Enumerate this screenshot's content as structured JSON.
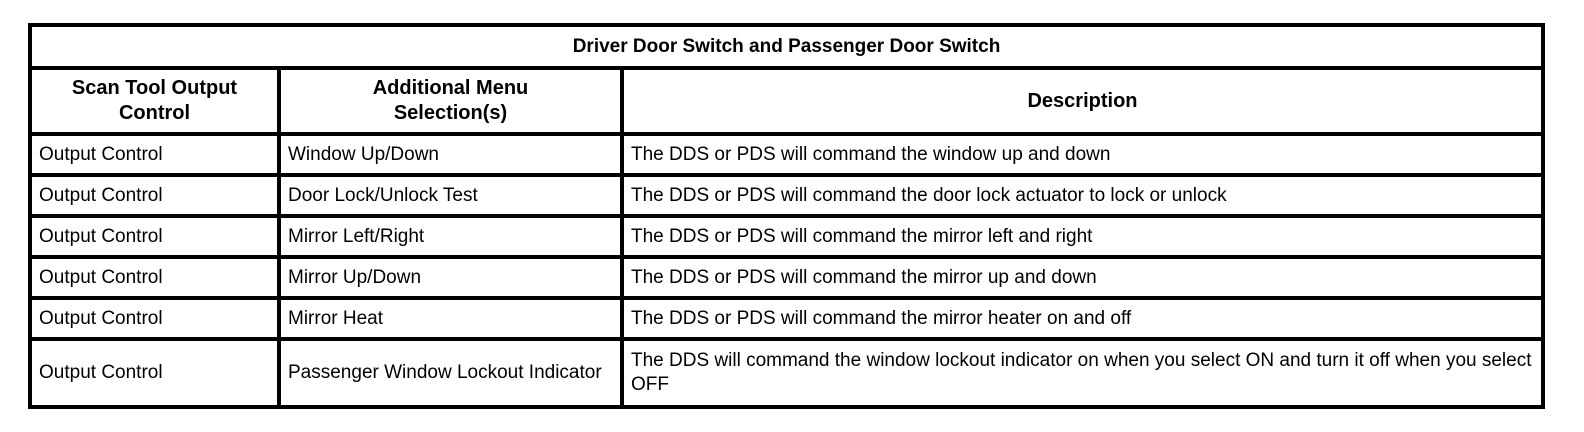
{
  "table": {
    "title": "Driver Door Switch and Passenger Door Switch",
    "columns": [
      "Scan Tool Output Control",
      "Additional Menu Selection(s)",
      "Description"
    ],
    "rows": [
      [
        "Output Control",
        "Window Up/Down",
        "The DDS or PDS will command the window up and down"
      ],
      [
        "Output Control",
        "Door Lock/Unlock Test",
        "The DDS or PDS will command the door lock actuator to lock or unlock"
      ],
      [
        "Output Control",
        "Mirror Left/Right",
        "The DDS or PDS will command the mirror left and right"
      ],
      [
        "Output Control",
        "Mirror Up/Down",
        "The DDS or PDS will command the mirror up and down"
      ],
      [
        "Output Control",
        "Mirror Heat",
        "The DDS or PDS will command the mirror heater on and off"
      ],
      [
        "Output Control",
        "Passenger Window Lockout Indicator",
        "The DDS will command the window lockout indicator on when you select ON and turn it off when you select OFF"
      ]
    ]
  },
  "colors": {
    "border": "#000000",
    "background": "#ffffff",
    "text": "#000000"
  }
}
